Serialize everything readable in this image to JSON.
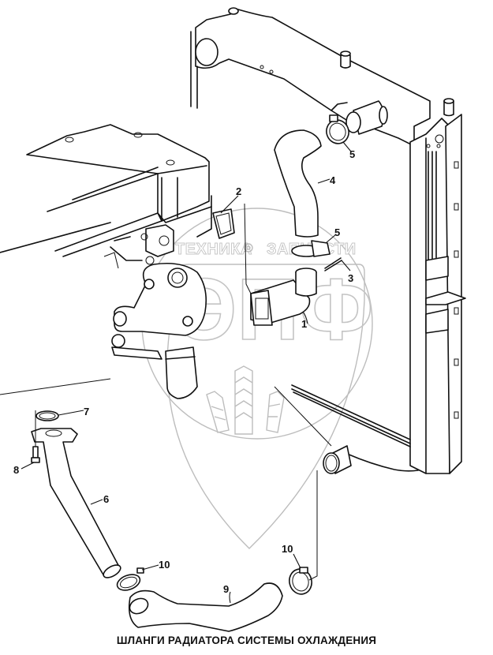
{
  "diagram": {
    "title": "ШЛАНГИ РАДИАТОРА СИСТЕМЫ ОХЛАЖДЕНИЯ",
    "watermark": {
      "left_text": "ТЕХНИКА",
      "right_text": "ЗАПЧАСТИ",
      "logo_letters": "ЭПФ"
    },
    "callouts": [
      {
        "id": "c1",
        "label": "1",
        "part": "thermostat-housing-outlet"
      },
      {
        "id": "c2",
        "label": "2",
        "part": "gasket"
      },
      {
        "id": "c3",
        "label": "3",
        "part": "bolt"
      },
      {
        "id": "c4",
        "label": "4",
        "part": "upper-radiator-hose"
      },
      {
        "id": "c5a",
        "label": "5",
        "part": "hose-clamp-upper"
      },
      {
        "id": "c5b",
        "label": "5",
        "part": "hose-clamp-lower"
      },
      {
        "id": "c6",
        "label": "6",
        "part": "water-pipe"
      },
      {
        "id": "c7",
        "label": "7",
        "part": "o-ring"
      },
      {
        "id": "c8",
        "label": "8",
        "part": "flange-bolt"
      },
      {
        "id": "c9",
        "label": "9",
        "part": "lower-radiator-hose"
      },
      {
        "id": "c10a",
        "label": "10",
        "part": "hose-clamp-left"
      },
      {
        "id": "c10b",
        "label": "10",
        "part": "hose-clamp-right"
      }
    ]
  }
}
